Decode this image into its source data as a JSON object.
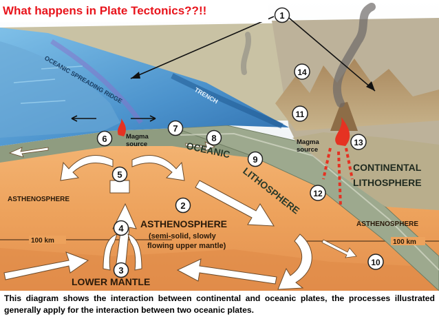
{
  "title": "What happens in Plate Tectonics??!!",
  "caption": "This diagram shows the interaction between continental and oceanic plates, the processes illustrated generally apply for the interaction between two oceanic plates.",
  "labels": {
    "oceanic_spreading_ridge": "OCEANIC SPREADING RIDGE",
    "trench": "TRENCH",
    "magma_source_left": [
      "Magma",
      "source"
    ],
    "magma_source_right": [
      "Magma",
      "source"
    ],
    "oceanic_lithosphere_1": "OCEANIC",
    "oceanic_lithosphere_2": "LITHOSPHERE",
    "continental_lithosphere_1": "CONTINENTAL",
    "continental_lithosphere_2": "LITHOSPHERE",
    "asthenosphere_left": "ASTHENOSPHERE",
    "asthenosphere_right": "ASTHENOSPHERE",
    "asthenosphere_center": "ASTHENOSPHERE",
    "asthenosphere_note_1": "(semi-solid, slowly",
    "asthenosphere_note_2": "flowing upper mantle)",
    "depth_left": "100 km",
    "depth_right": "100 km",
    "lower_mantle": "LOWER  MANTLE"
  },
  "markers": [
    "1",
    "2",
    "3",
    "4",
    "5",
    "6",
    "7",
    "8",
    "9",
    "10",
    "11",
    "12",
    "13",
    "14"
  ],
  "colors": {
    "title": "#e8141c",
    "asthenosphere": "#eda25c",
    "ocean": "#4b92cc",
    "oceanic_plate": "#9da98e",
    "continental": "#bdb29a",
    "lower_mantle": "#e38f4d"
  }
}
